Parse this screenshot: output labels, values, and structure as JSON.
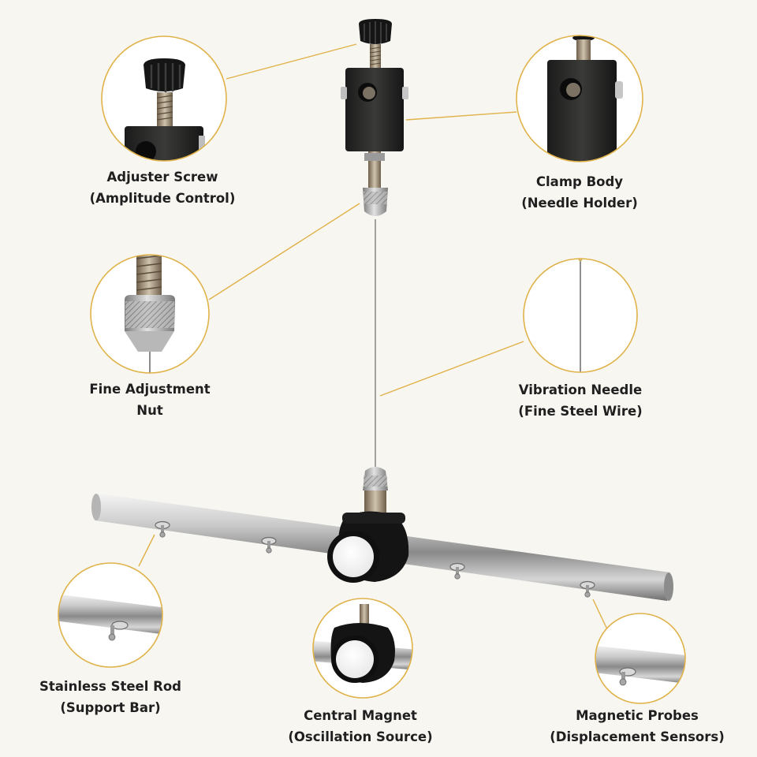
{
  "accent_color": "#e0b24a",
  "callouts": [
    {
      "line1": "Adjuster Screw",
      "line2": "(Amplitude Control)",
      "icon": "adjuster-screw-icon"
    },
    {
      "line1": "Clamp Body",
      "line2": "(Needle Holder)",
      "icon": "clamp-body-icon"
    },
    {
      "line1": "Fine Adjustment",
      "line2": "Nut",
      "icon": "fine-adjustment-nut-icon"
    },
    {
      "line1": "Vibration Needle",
      "line2": "(Fine Steel Wire)",
      "icon": "vibration-needle-icon"
    },
    {
      "line1": "Stainless Steel Rod",
      "line2": "(Support Bar)",
      "icon": "steel-rod-icon"
    },
    {
      "line1": "Central Magnet",
      "line2": "(Oscillation Source)",
      "icon": "central-magnet-icon"
    },
    {
      "line1": "Magnetic Probes",
      "line2": "(Displacement Sensors)",
      "icon": "magnetic-probe-icon"
    }
  ]
}
